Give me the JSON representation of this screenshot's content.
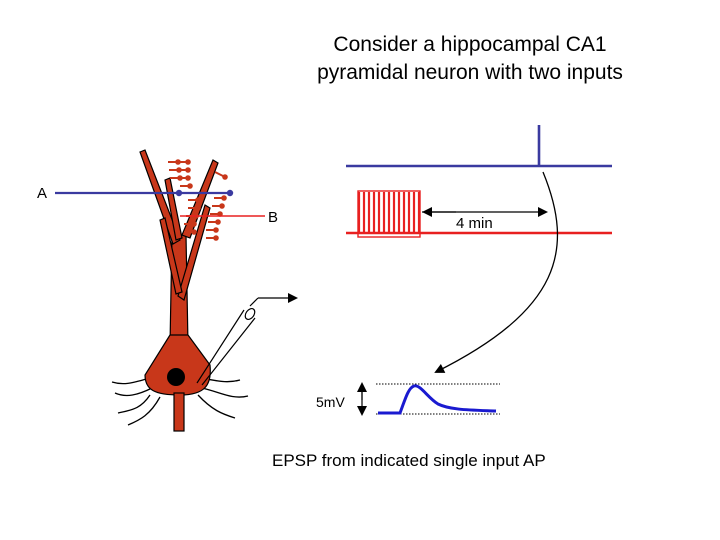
{
  "title": {
    "line1": "Consider a hippocampal CA1",
    "line2": "pyramidal neuron with two inputs"
  },
  "inputs": {
    "a_label": "A",
    "b_label": "B"
  },
  "protocol": {
    "duration_label": "4 min"
  },
  "trace": {
    "scale_label": "5mV",
    "caption": "EPSP from indicated single input AP"
  },
  "colors": {
    "neuron": "#c8371a",
    "input_a": "#3a3aa0",
    "input_b": "#e82020",
    "epsp_trace": "#1a1ad0",
    "outline": "#000000"
  }
}
